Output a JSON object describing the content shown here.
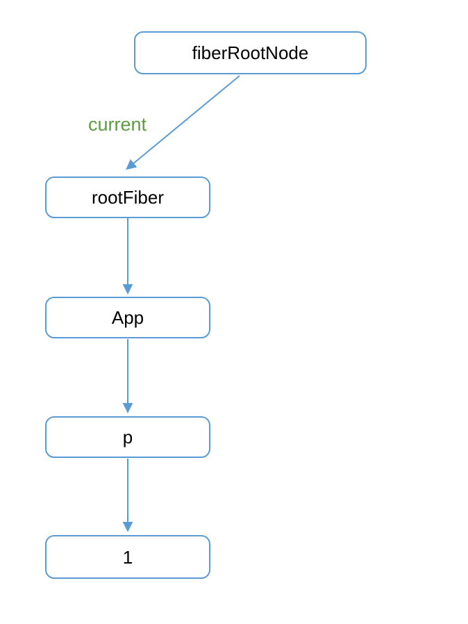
{
  "diagram": {
    "nodes": [
      {
        "id": "fiberRootNode",
        "label": "fiberRootNode"
      },
      {
        "id": "rootFiber",
        "label": "rootFiber"
      },
      {
        "id": "App",
        "label": "App"
      },
      {
        "id": "p",
        "label": "p"
      },
      {
        "id": "1",
        "label": "1"
      }
    ],
    "edges": [
      {
        "from": "fiberRootNode",
        "to": "rootFiber",
        "label": "current"
      },
      {
        "from": "rootFiber",
        "to": "App",
        "label": ""
      },
      {
        "from": "App",
        "to": "p",
        "label": ""
      },
      {
        "from": "p",
        "to": "1",
        "label": ""
      }
    ],
    "colors": {
      "node_border": "#5b9bd5",
      "arrow": "#5b9bd5",
      "edge_label_text": "#5e9c41",
      "node_text": "#000000",
      "background": "#ffffff"
    }
  }
}
